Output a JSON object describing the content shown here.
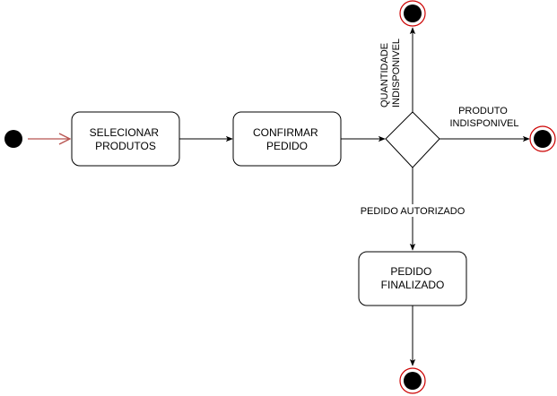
{
  "nodes": {
    "selecionar_produtos": [
      "SELECIONAR",
      "PRODUTOS"
    ],
    "confirmar_pedido": [
      "CONFIRMAR",
      "PEDIDO"
    ],
    "pedido_finalizado": [
      "PEDIDO",
      "FINALIZADO"
    ]
  },
  "edges": {
    "quantidade_indisponivel": [
      "QUANTIDADE",
      "INDISPONIVEL"
    ],
    "produto_indisponivel": [
      "PRODUTO",
      "INDISPONIVEL"
    ],
    "pedido_autorizado": "PEDIDO AUTORIZADO"
  },
  "colors": {
    "initial_arrow": "#b85450",
    "end_ring": "#cc0000",
    "stroke": "#000000"
  }
}
